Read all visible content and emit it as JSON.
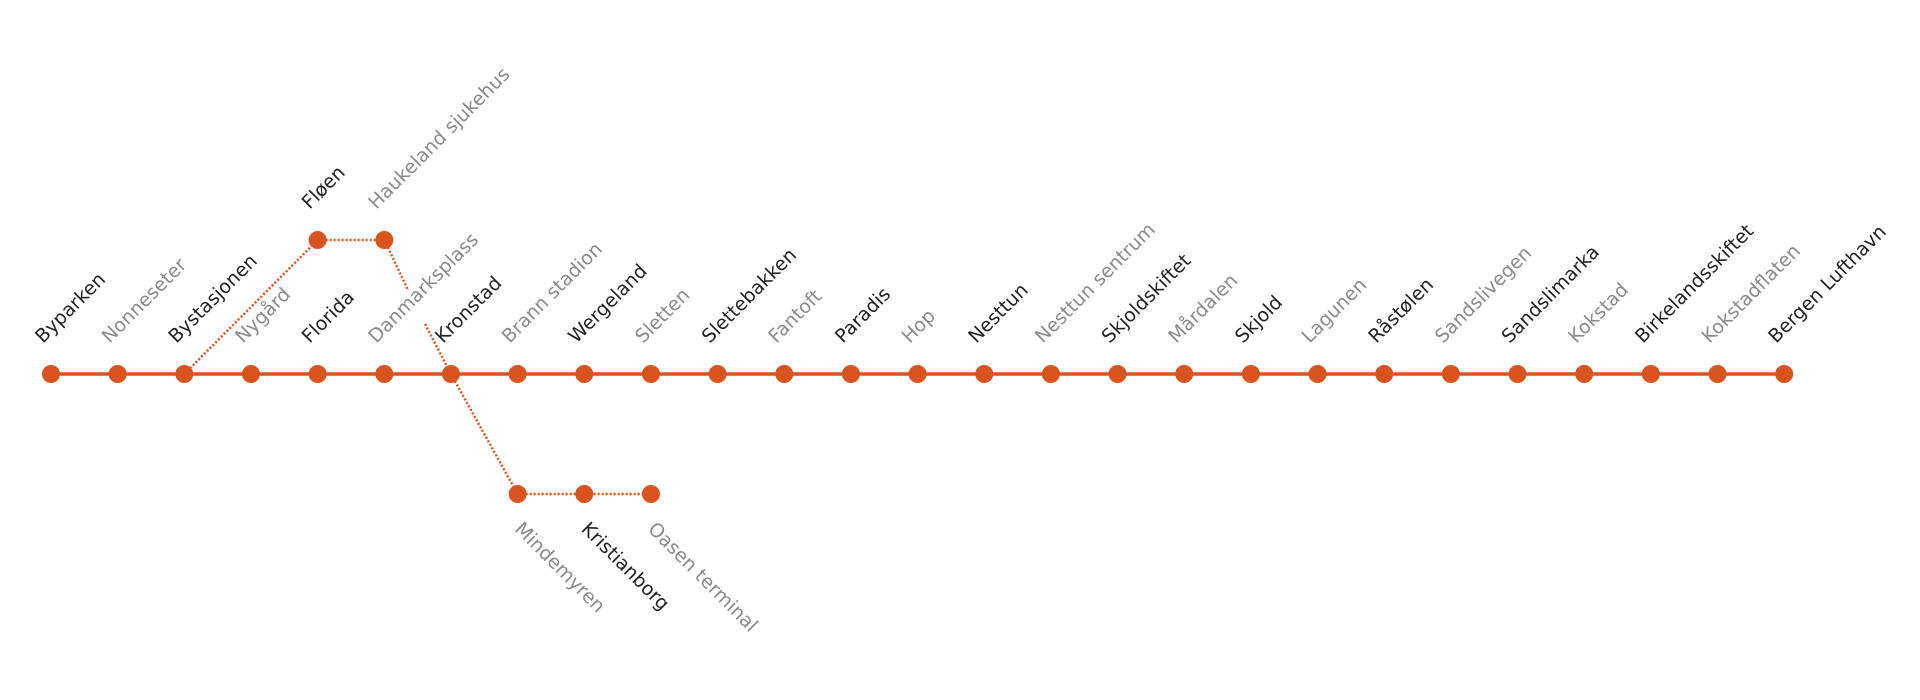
{
  "line_color": "#d9531e",
  "label_colors": {
    "major": "#222222",
    "minor": "#8a8a8a"
  },
  "main_line": [
    {
      "name": "Byparken",
      "major": true
    },
    {
      "name": "Nonneseter",
      "major": false
    },
    {
      "name": "Bystasjonen",
      "major": true
    },
    {
      "name": "Nygård",
      "major": false
    },
    {
      "name": "Florida",
      "major": true
    },
    {
      "name": "Danmarksplass",
      "major": false
    },
    {
      "name": "Kronstad",
      "major": true
    },
    {
      "name": "Brann stadion",
      "major": false
    },
    {
      "name": "Wergeland",
      "major": true
    },
    {
      "name": "Sletten",
      "major": false
    },
    {
      "name": "Slettebakken",
      "major": true
    },
    {
      "name": "Fantoft",
      "major": false
    },
    {
      "name": "Paradis",
      "major": true
    },
    {
      "name": "Hop",
      "major": false
    },
    {
      "name": "Nesttun",
      "major": true
    },
    {
      "name": "Nesttun sentrum",
      "major": false
    },
    {
      "name": "Skjoldskiftet",
      "major": true
    },
    {
      "name": "Mårdalen",
      "major": false
    },
    {
      "name": "Skjold",
      "major": true
    },
    {
      "name": "Lagunen",
      "major": false
    },
    {
      "name": "Råstølen",
      "major": true
    },
    {
      "name": "Sandslivegen",
      "major": false
    },
    {
      "name": "Sandslimarka",
      "major": true
    },
    {
      "name": "Kokstad",
      "major": false
    },
    {
      "name": "Birkelandsskiftet",
      "major": true
    },
    {
      "name": "Kokstadflaten",
      "major": false
    },
    {
      "name": "Bergen Lufthavn",
      "major": true
    }
  ],
  "north_branch": [
    {
      "name": "Fløen",
      "major": true
    },
    {
      "name": "Haukeland sjukehus",
      "major": false
    }
  ],
  "south_branch": [
    {
      "name": "Mindemyren",
      "major": false
    },
    {
      "name": "Kristianborg",
      "major": true
    },
    {
      "name": "Oasen terminal",
      "major": false
    }
  ]
}
